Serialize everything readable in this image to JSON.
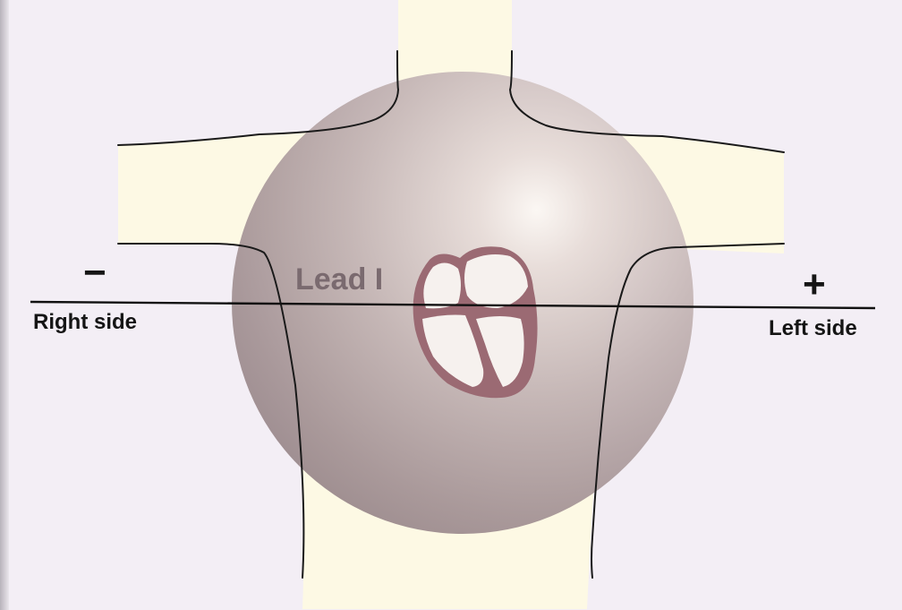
{
  "diagram": {
    "lead_label": "Lead I",
    "negative_sign": "−",
    "positive_sign": "+",
    "negative_side_label": "Right side",
    "positive_side_label": "Left side"
  },
  "colors": {
    "background": "#f3eef5",
    "body_fill": "#fdf9e4",
    "sphere_base": "#a89699",
    "heart_wall": "#9b6a73",
    "heart_chamber": "#f6f1ee",
    "outline": "#1a1a1a",
    "lead_text": "#7a6a6f"
  }
}
